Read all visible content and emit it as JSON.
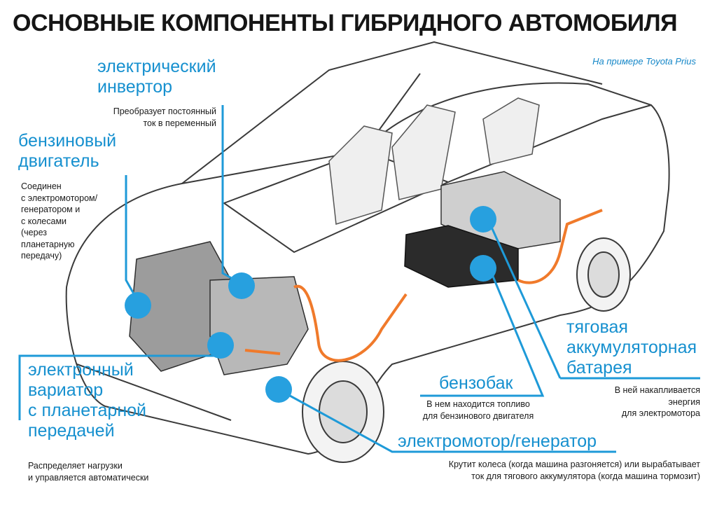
{
  "title": "ОСНОВНЫЕ КОМПОНЕНТЫ ГИБРИДНОГО АВТОМОБИЛЯ",
  "subtitle": "На примере Toyota Prius",
  "colors": {
    "accent": "#1690cf",
    "marker": "#27a0df",
    "cable": "#f07a2b",
    "outline": "#3a3a3a"
  },
  "components": {
    "inverter": {
      "title_lines": [
        "электрический",
        "инвертор"
      ],
      "desc_lines": [
        "Преобразует постоянный",
        "ток в переменный"
      ]
    },
    "engine": {
      "title_lines": [
        "бензиновый",
        "двигатель"
      ],
      "desc_lines": [
        "Соединен",
        "с электромотором/",
        "генератором и",
        "с колесами",
        "(через",
        "планетарную",
        "передачу)"
      ]
    },
    "cvt": {
      "title_lines": [
        "электронный",
        "вариатор",
        "с планетарной",
        "передачей"
      ],
      "desc_lines": [
        "Распределяет нагрузки",
        "и управляется автоматически"
      ]
    },
    "fuel_tank": {
      "title_lines": [
        "бензобак"
      ],
      "desc_lines": [
        "В нем находится топливо",
        "для бензинового двигателя"
      ]
    },
    "battery": {
      "title_lines": [
        "тяговая",
        "аккумуляторная",
        "батарея"
      ],
      "desc_lines": [
        "В ней накапливается",
        "энергия",
        "для электромотора"
      ]
    },
    "motor": {
      "title_lines": [
        "электромотор/генератор"
      ],
      "desc_lines": [
        "Крутит колеса (когда машина разгоняется) или вырабатывает",
        "ток для тягового аккумулятора (когда машина тормозит)"
      ]
    }
  }
}
